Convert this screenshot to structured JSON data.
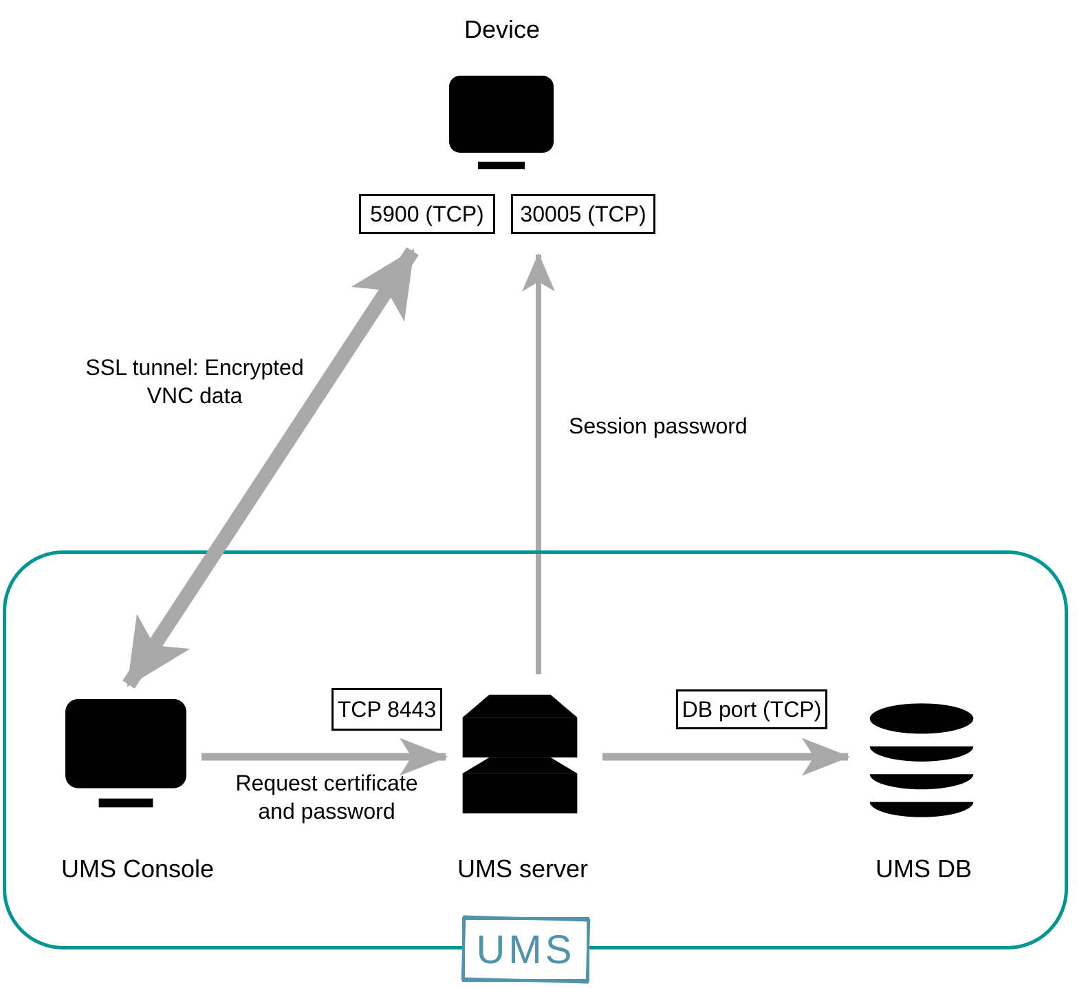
{
  "colors": {
    "boundary_teal": "#009691",
    "icon_teal": "#3C87A2",
    "logo_teal": "#4F94AC",
    "arrow_gray": "#A9A9A9",
    "label_black": "#000000",
    "background": "#FFFFFF"
  },
  "device": {
    "label": "Device"
  },
  "nodes": {
    "console": {
      "label": "UMS Console"
    },
    "server": {
      "label": "UMS server"
    },
    "db": {
      "label": "UMS DB"
    }
  },
  "ports": {
    "vnc_port": "5900 (TCP)",
    "session_port": "30005 (TCP)",
    "server_port": "TCP 8443",
    "db_port": "DB port (TCP)"
  },
  "edges": {
    "ssl_tunnel": {
      "line1": "SSL tunnel: Encrypted",
      "line2": "VNC data"
    },
    "session_password": {
      "label": "Session password"
    },
    "request_certificate": {
      "line1": "Request certificate",
      "line2": "and password"
    }
  },
  "boundary": {
    "logo_label": "UMS"
  }
}
